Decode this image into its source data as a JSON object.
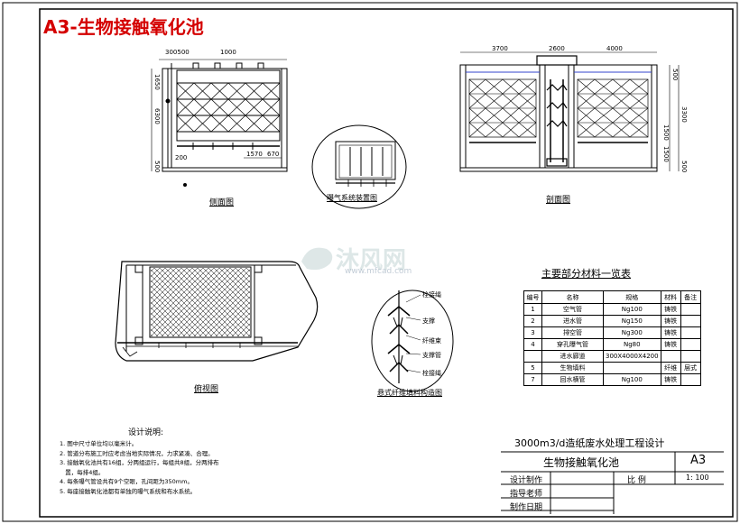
{
  "title": "A3-生物接触氧化池",
  "watermark": {
    "brand": "沐风网",
    "url": "www.mfcad.com"
  },
  "views": {
    "side": {
      "caption": "侧面图",
      "dims": [
        "300500",
        "1000",
        "1650",
        "6300",
        "200",
        "500",
        "1570",
        "670"
      ]
    },
    "aeration": {
      "caption": "曝气系统装置图"
    },
    "section": {
      "caption": "剖面图",
      "dims": [
        "3700",
        "2600",
        "4000",
        "500",
        "1500",
        "1500",
        "3300",
        "500"
      ]
    },
    "plan": {
      "caption": "俯视图"
    },
    "fiber": {
      "caption": "悬式纤维填料构造图",
      "labels": [
        "栓接绳",
        "支撑",
        "纤维束",
        "支撑管",
        "栓接绳"
      ]
    }
  },
  "materials": {
    "title": "主要部分材料一览表",
    "headers": [
      "编号",
      "名称",
      "规格",
      "材料",
      "备注"
    ],
    "rows": [
      [
        "1",
        "空气管",
        "Ng100",
        "铸铁",
        ""
      ],
      [
        "2",
        "进水管",
        "Ng150",
        "铸铁",
        ""
      ],
      [
        "3",
        "排空管",
        "Ng300",
        "铸铁",
        ""
      ],
      [
        "4",
        "穿孔曝气管",
        "Ng80",
        "铸铁",
        ""
      ],
      [
        "",
        "进水廊道",
        "300X4000X4200",
        "",
        ""
      ],
      [
        "5",
        "生物填料",
        "",
        "纤维",
        "层式"
      ],
      [
        "7",
        "回水横管",
        "Ng100",
        "铸铁",
        ""
      ]
    ]
  },
  "notes": {
    "title": "设计说明:",
    "items": [
      "1. 图中尺寸单位均以毫米计。",
      "2. 管道分布施工时应考虑当地实际情况，力求紧凑、合理。",
      "3. 接触氧化池共有16组，分两组运行，每组共8组，分两排布",
      "   置，每排4组。",
      "4. 每条曝气管设共有9个空眼，孔间距为350mm。",
      "5. 每座接触氧化池都有单独的曝气系统和布水系统。"
    ]
  },
  "title_block": {
    "project": "3000m3/d造纸废水处理工程设计",
    "drawing": "生物接触氧化池",
    "sheet": "A3",
    "designer_label": "设计制作",
    "scale_label": "比 例",
    "scale_value": "1: 100",
    "advisor_label": "指导老师",
    "date_label": "制作日期"
  },
  "colors": {
    "title": "#d40000",
    "water": "#3344cc",
    "line": "#000000"
  }
}
